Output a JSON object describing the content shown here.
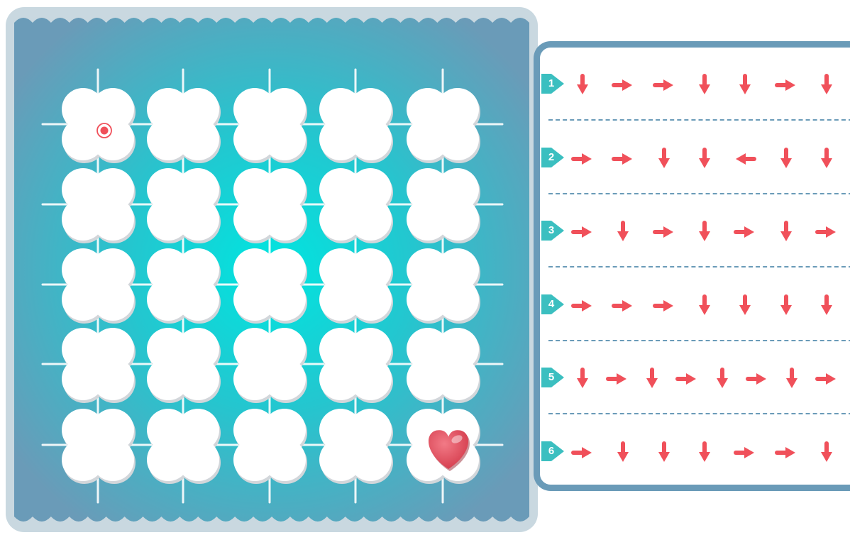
{
  "board": {
    "rows": 5,
    "cols": 5,
    "start": {
      "row": 1,
      "col": 1,
      "icon": "target-icon"
    },
    "goal": {
      "row": 5,
      "col": 5,
      "icon": "heart-icon"
    },
    "colors": {
      "frame": "#c9d8e0",
      "outer": "#6a9bb8",
      "glow": "#00e5e0",
      "tile": "#ffffff",
      "tile_shadow": "#d2d6da",
      "heart": "#d43b4c"
    }
  },
  "moves": {
    "arrow_color": "#f0505a",
    "badge_color": "#3bbfc0",
    "options": [
      {
        "label": "1",
        "arrows": [
          "down",
          "right",
          "right",
          "down",
          "down",
          "right",
          "down"
        ]
      },
      {
        "label": "2",
        "arrows": [
          "right",
          "right",
          "down",
          "down",
          "left",
          "down",
          "down"
        ]
      },
      {
        "label": "3",
        "arrows": [
          "right",
          "down",
          "right",
          "down",
          "right",
          "down",
          "right"
        ]
      },
      {
        "label": "4",
        "arrows": [
          "right",
          "right",
          "right",
          "down",
          "down",
          "down",
          "down"
        ]
      },
      {
        "label": "5",
        "arrows": [
          "down",
          "right",
          "down",
          "right",
          "down",
          "right",
          "down",
          "right"
        ]
      },
      {
        "label": "6",
        "arrows": [
          "right",
          "down",
          "down",
          "down",
          "right",
          "right",
          "down"
        ]
      }
    ]
  }
}
